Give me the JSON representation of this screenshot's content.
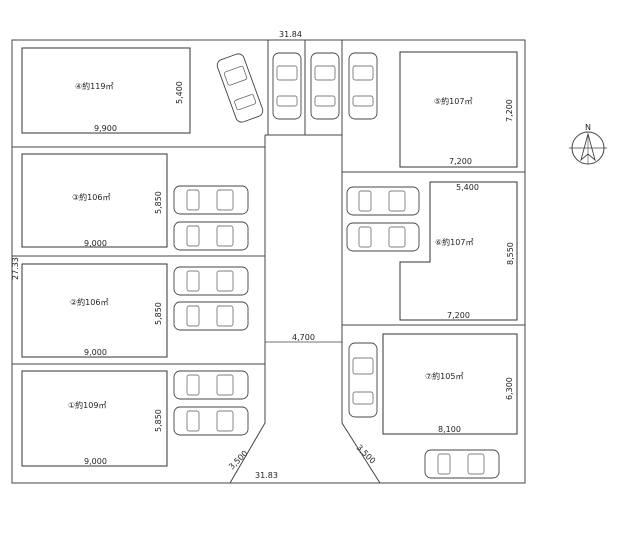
{
  "site": {
    "top_width": "31.84",
    "bottom_width": "31.83",
    "left_depth": "27.33",
    "road_width": "4,700",
    "corner_cut_left": "3,500",
    "corner_cut_right": "3,500"
  },
  "lots": [
    {
      "label": "④約119㎡",
      "width": "9,900",
      "depth": "5,400"
    },
    {
      "label": "③約106㎡",
      "width": "9,000",
      "depth": "5,850"
    },
    {
      "label": "②約106㎡",
      "width": "9,000",
      "depth": "5,850"
    },
    {
      "label": "①約109㎡",
      "width": "9,000",
      "depth": "5,850"
    },
    {
      "label": "⑤約107㎡",
      "width": "7,200",
      "depth": "7,200"
    },
    {
      "label": "⑥約107㎡",
      "width_top": "5,400",
      "width": "7,200",
      "depth": "8,550"
    },
    {
      "label": "⑦約105㎡",
      "width": "8,100",
      "depth": "6,300"
    }
  ],
  "north": "N",
  "colors": {
    "line": "#333333",
    "background": "#ffffff"
  }
}
